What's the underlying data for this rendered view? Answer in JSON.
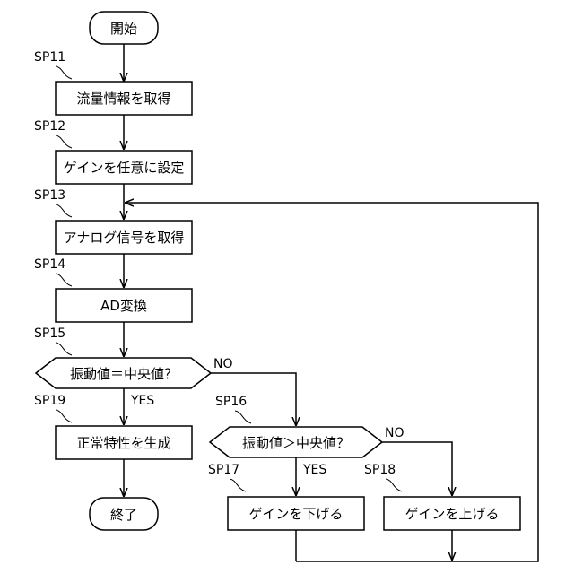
{
  "nodes": {
    "start": "開始",
    "sp11": "流量情報を取得",
    "sp12": "ゲインを任意に設定",
    "sp13": "アナログ信号を取得",
    "sp14": "AD変換",
    "sp15": "振動値＝中央値？",
    "sp19": "正常特性を生成",
    "sp16": "振動値＞中央値？",
    "sp17": "ゲインを下げる",
    "sp18": "ゲインを上げる",
    "end": "終了"
  },
  "step_labels": {
    "sp11": "SP11",
    "sp12": "SP12",
    "sp13": "SP13",
    "sp14": "SP14",
    "sp15": "SP15",
    "sp16": "SP16",
    "sp17": "SP17",
    "sp18": "SP18",
    "sp19": "SP19"
  },
  "branches": {
    "sp15_yes": "YES",
    "sp15_no": "NO",
    "sp16_yes": "YES",
    "sp16_no": "NO"
  }
}
